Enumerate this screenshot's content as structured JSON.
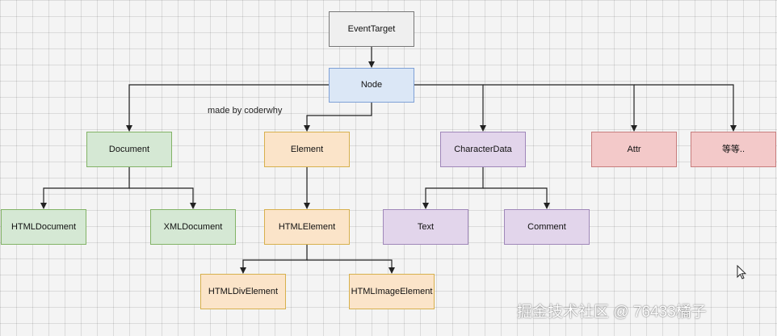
{
  "diagram": {
    "credit_text": "made by coderwhy",
    "nodes": {
      "event_target": "EventTarget",
      "node": "Node",
      "document": "Document",
      "element": "Element",
      "character_data": "CharacterData",
      "attr": "Attr",
      "etc": "等等..",
      "html_document": "HTMLDocument",
      "xml_document": "XMLDocument",
      "html_element": "HTMLElement",
      "text": "Text",
      "comment": "Comment",
      "html_div_element": "HTMLDivElement",
      "html_image_element": "HTMLImageElement"
    }
  },
  "watermark": {
    "text": "掘金技术社区 @ 76433橘子"
  },
  "colors": {
    "root": "#efefef",
    "node": "#dbe7f6",
    "document_branch": "#d5e8d4",
    "element_branch": "#fbe4c9",
    "character_data_branch": "#e2d5eb",
    "misc": "#f3c9c9",
    "connector": "#222222"
  },
  "icons": {
    "cursor": "mouse-pointer-icon"
  }
}
